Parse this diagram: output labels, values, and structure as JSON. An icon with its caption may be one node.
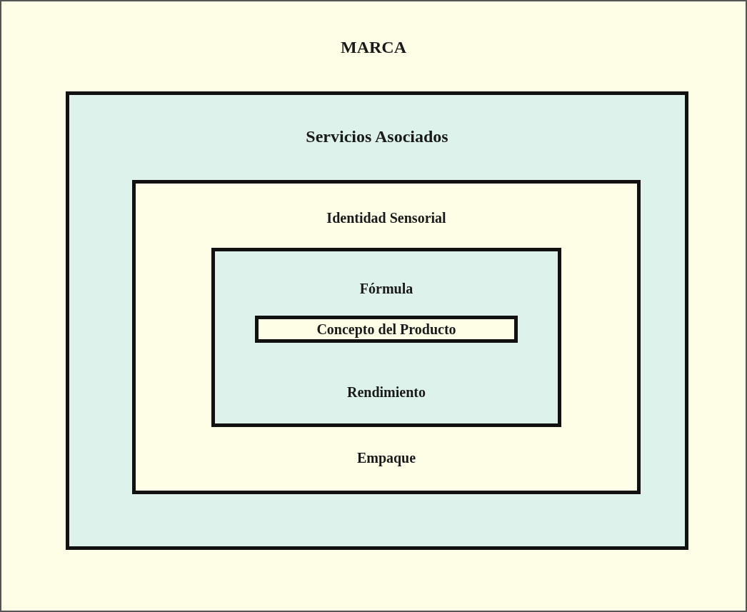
{
  "diagram": {
    "nodes": [
      {
        "text": [
          "MARCA"
        ]
      },
      {
        "text": [
          "Servicios Asociados"
        ],
        "in": 0
      },
      {
        "text": [
          "Identidad Sensorial",
          "Empaque"
        ],
        "in": 1
      },
      {
        "text": [
          "Fórmula",
          "Rendimiento"
        ],
        "in": 2
      },
      {
        "text": [
          "Concepto del Producto"
        ],
        "in": 3
      }
    ]
  }
}
